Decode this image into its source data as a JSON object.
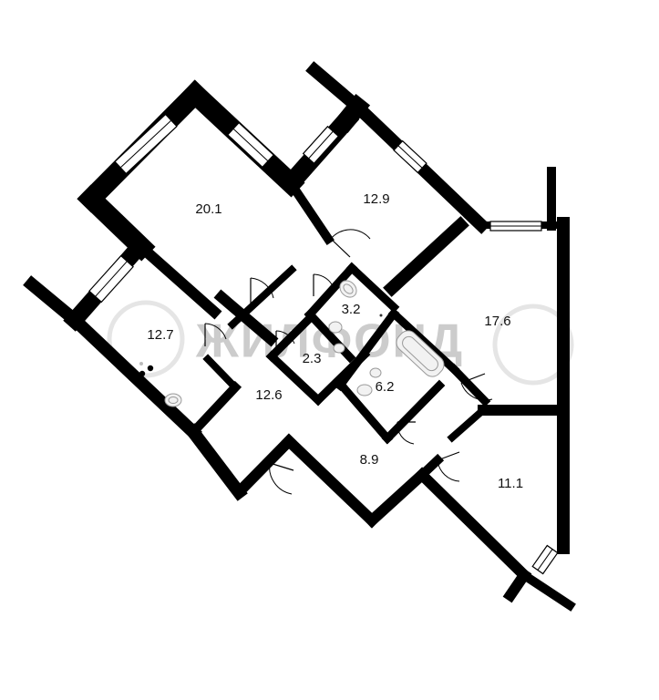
{
  "rooms": [
    {
      "id": "room-1",
      "area": "20.1"
    },
    {
      "id": "room-2",
      "area": "12.9"
    },
    {
      "id": "room-3",
      "area": "12.7"
    },
    {
      "id": "room-4",
      "area": "3.2"
    },
    {
      "id": "room-5",
      "area": "17.6"
    },
    {
      "id": "room-6",
      "area": "2.3"
    },
    {
      "id": "room-7",
      "area": "12.6"
    },
    {
      "id": "room-8",
      "area": "6.2"
    },
    {
      "id": "room-9",
      "area": "8.9"
    },
    {
      "id": "room-10",
      "area": "11.1"
    }
  ],
  "watermark": {
    "text": "ЖИЛФОНД"
  }
}
